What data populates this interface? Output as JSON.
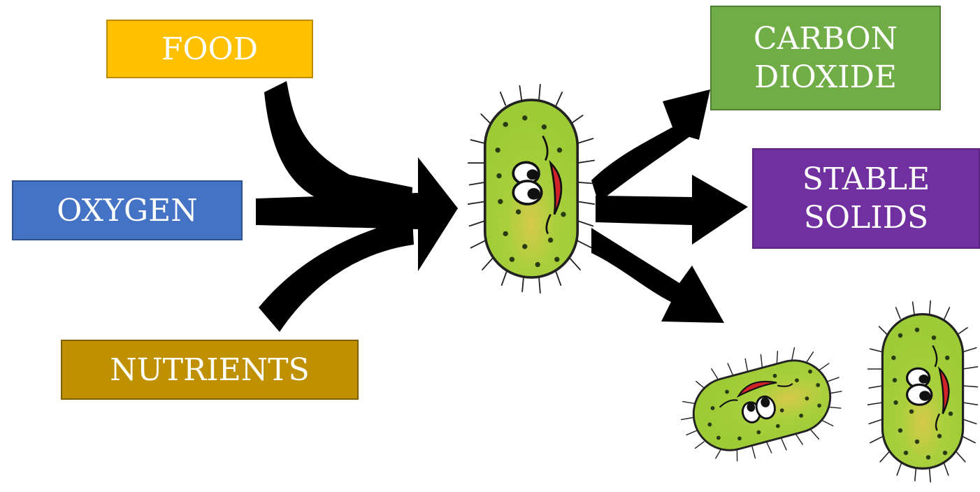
{
  "inputs": {
    "food": "FOOD",
    "oxygen": "OXYGEN",
    "nutrients": "NUTRIENTS"
  },
  "outputs": {
    "carbon_dioxide": {
      "line1": "CARBON",
      "line2": "DIOXIDE"
    },
    "stable_solids": {
      "line1": "STABLE",
      "line2": "SOLIDS"
    }
  },
  "colors": {
    "food": "#ffc000",
    "oxygen": "#4472c4",
    "nutrients": "#bf9000",
    "carbon_dioxide": "#70ad47",
    "stable_solids": "#7030a0",
    "arrow": "#000000",
    "bacterium_body": "#a6d33a"
  },
  "icons": [
    "bacterium-icon",
    "input-arrows-icon",
    "output-arrows-icon",
    "reproduced-bacteria-icon"
  ]
}
